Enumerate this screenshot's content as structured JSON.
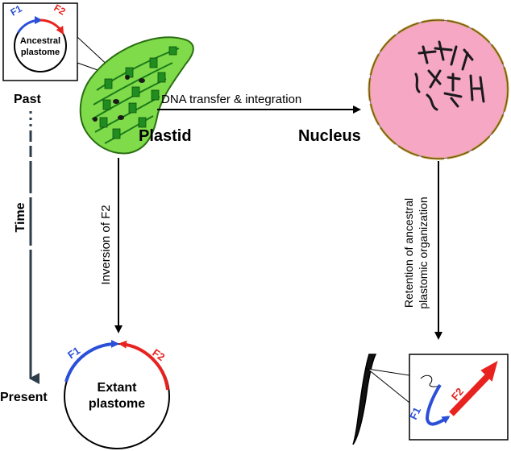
{
  "colors": {
    "f1": "#2b4fd8",
    "f2": "#e8231f",
    "plastid_fill": "#7fdb4a",
    "plastid_inner": "#1a7a1a",
    "nucleus_fill": "#f5a7c4",
    "chromosome": "#1a1a1a",
    "arrow": "#000000",
    "time_arrow": "#2e3d4a"
  },
  "labels": {
    "past": "Past",
    "present": "Present",
    "time": "Time",
    "plastid": "Plastid",
    "nucleus": "Nucleus",
    "dna_transfer": "DNA transfer & integration",
    "inversion": "Inversion of F2",
    "retention_line1": "Retention of ancestral",
    "retention_line2": "plastomic organization"
  },
  "ancestral": {
    "line1": "Ancestral",
    "line2": "plastome",
    "f1": "F1",
    "f2": "F2"
  },
  "extant": {
    "line1": "Extant",
    "line2": "plastome",
    "f1": "F1",
    "f2": "F2"
  },
  "nuclear_inset": {
    "f1": "F1",
    "f2": "F2"
  },
  "icons": [
    "plastid-icon",
    "nucleus-icon",
    "chromosome-icon",
    "time-arrow-icon"
  ]
}
